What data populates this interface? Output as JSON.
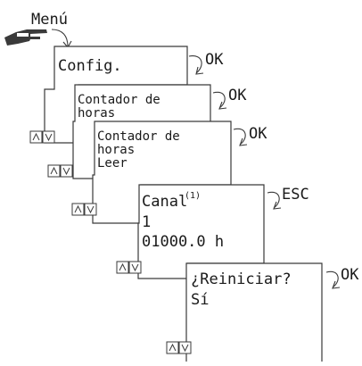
{
  "menu_label": "Menú",
  "screens": [
    {
      "lines": [
        "Config."
      ],
      "action": "OK"
    },
    {
      "lines": [
        "Contador de",
        "horas"
      ],
      "action": "OK"
    },
    {
      "lines": [
        "Contador de",
        "horas",
        "Leer"
      ],
      "action": "OK"
    },
    {
      "lines": [
        "Canal",
        "1",
        "01000.0 h"
      ],
      "superscript": "(1)",
      "action": "ESC"
    },
    {
      "lines": [
        "¿Reiniciar?",
        "Sí"
      ],
      "action": "OK"
    }
  ],
  "icons": {
    "hand": "pointing-hand-icon",
    "curved_arrow": "curved-arrow-icon",
    "up_button": "up-arrow-button-icon",
    "down_button": "down-arrow-button-icon"
  }
}
